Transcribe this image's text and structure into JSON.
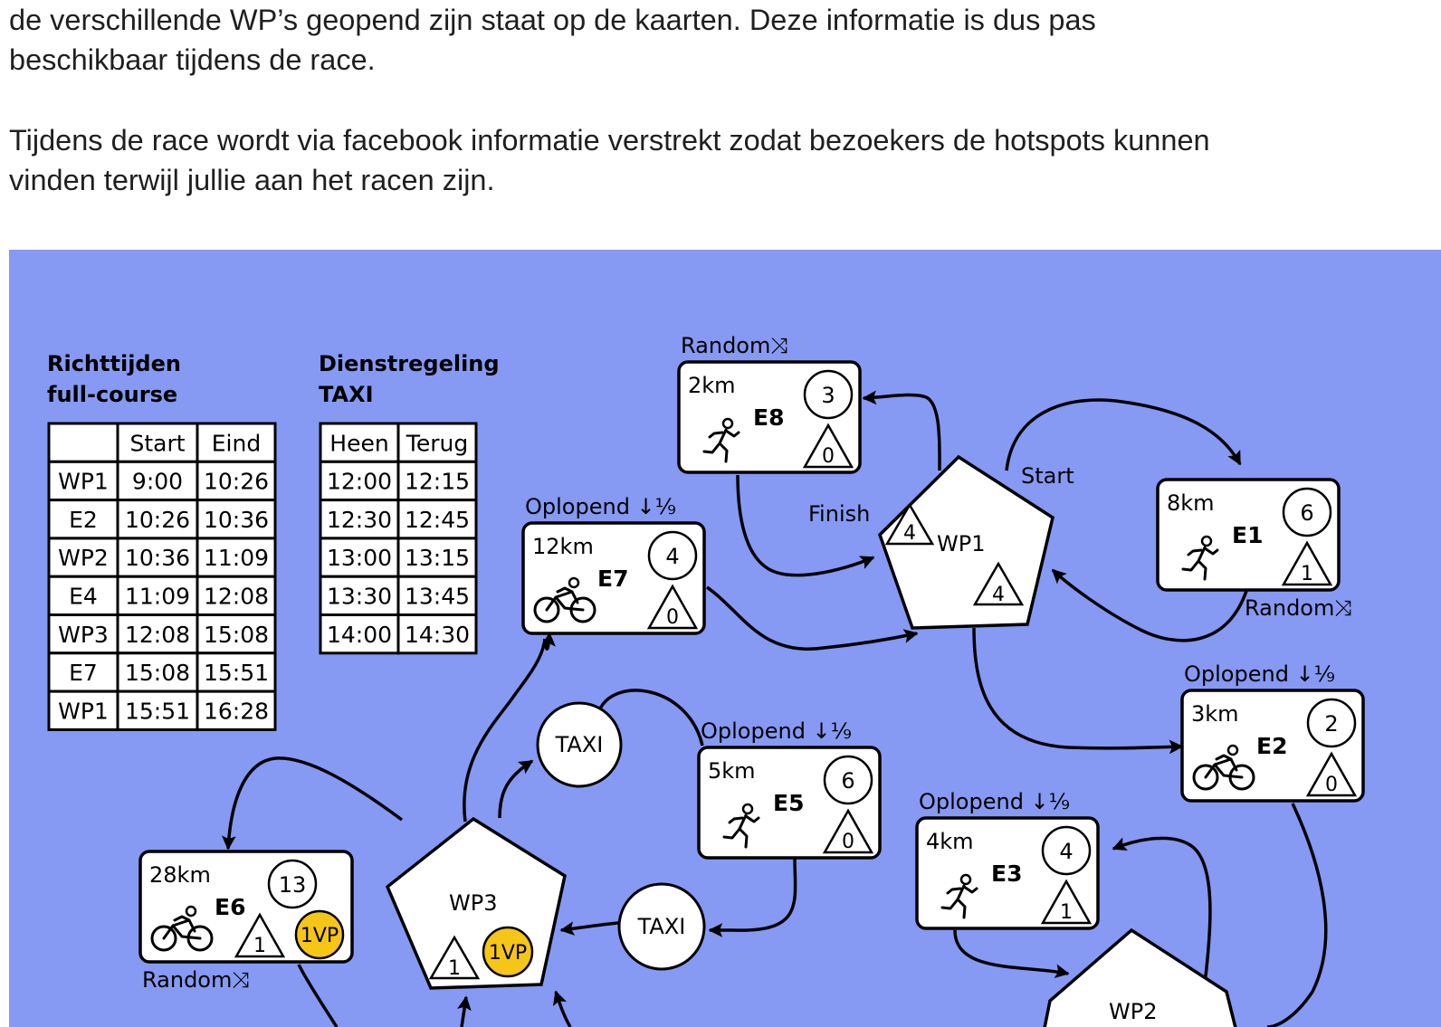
{
  "text": {
    "paragraph1": "de verschillende WP’s geopend zijn staat op de kaarten. Deze informatie is dus pas beschikbaar tijdens de race.",
    "paragraph1_line1": "de verschillende WP’s geopend zijn staat op de kaarten. Deze informatie is dus pas",
    "paragraph1_line2": "beschikbaar tijdens de race.",
    "paragraph2_line1": "Tijdens de race wordt via facebook informatie verstrekt zodat bezoekers de hotspots kunnen",
    "paragraph2_line2": "vinden terwijl jullie aan het racen zijn."
  },
  "colors": {
    "diagram_bg": "#8699f3",
    "vp_badge": "#f5c518"
  },
  "richttijden": {
    "title_line1": "Richttijden",
    "title_line2": "full-course",
    "headers": [
      "",
      "Start",
      "Eind"
    ],
    "rows": [
      [
        "WP1",
        "9:00",
        "10:26"
      ],
      [
        "E2",
        "10:26",
        "10:36"
      ],
      [
        "WP2",
        "10:36",
        "11:09"
      ],
      [
        "E4",
        "11:09",
        "12:08"
      ],
      [
        "WP3",
        "12:08",
        "15:08"
      ],
      [
        "E7",
        "15:08",
        "15:51"
      ],
      [
        "WP1",
        "15:51",
        "16:28"
      ]
    ]
  },
  "taxi": {
    "title_line1": "Dienstregeling",
    "title_line2": "TAXI",
    "headers": [
      "Heen",
      "Terug"
    ],
    "rows": [
      [
        "12:00",
        "12:15"
      ],
      [
        "12:30",
        "12:45"
      ],
      [
        "13:00",
        "13:15"
      ],
      [
        "13:30",
        "13:45"
      ],
      [
        "14:00",
        "14:30"
      ]
    ]
  },
  "nodes": {
    "E8": {
      "distance": "2km",
      "id": "E8",
      "circle": "3",
      "triangle": "0",
      "tag": "Random"
    },
    "E1": {
      "distance": "8km",
      "id": "E1",
      "circle": "6",
      "triangle": "1",
      "tag": "Random"
    },
    "E7": {
      "distance": "12km",
      "id": "E7",
      "circle": "4",
      "triangle": "0",
      "tag": "Oplopend"
    },
    "E2": {
      "distance": "3km",
      "id": "E2",
      "circle": "2",
      "triangle": "0",
      "tag": "Oplopend"
    },
    "E5": {
      "distance": "5km",
      "id": "E5",
      "circle": "6",
      "triangle": "0",
      "tag": "Oplopend"
    },
    "E3": {
      "distance": "4km",
      "id": "E3",
      "circle": "4",
      "triangle": "1",
      "tag": "Oplopend"
    },
    "E6": {
      "distance": "28km",
      "id": "E6",
      "circle": "13",
      "triangle": "1",
      "vp": "1VP",
      "tag": "Random"
    },
    "WP1": {
      "label": "WP1",
      "triangle_a": "4",
      "triangle_b": "4"
    },
    "WP3": {
      "label": "WP3",
      "triangle": "1",
      "vp": "1VP"
    },
    "WP2": {
      "label": "WP2"
    }
  },
  "taxi_label": "TAXI",
  "labels": {
    "start": "Start",
    "finish": "Finish",
    "order_icon": "↓⅑",
    "random_icon": "⤨"
  },
  "icons": {
    "runner": "runner-icon",
    "cyclist": "cyclist-icon"
  }
}
